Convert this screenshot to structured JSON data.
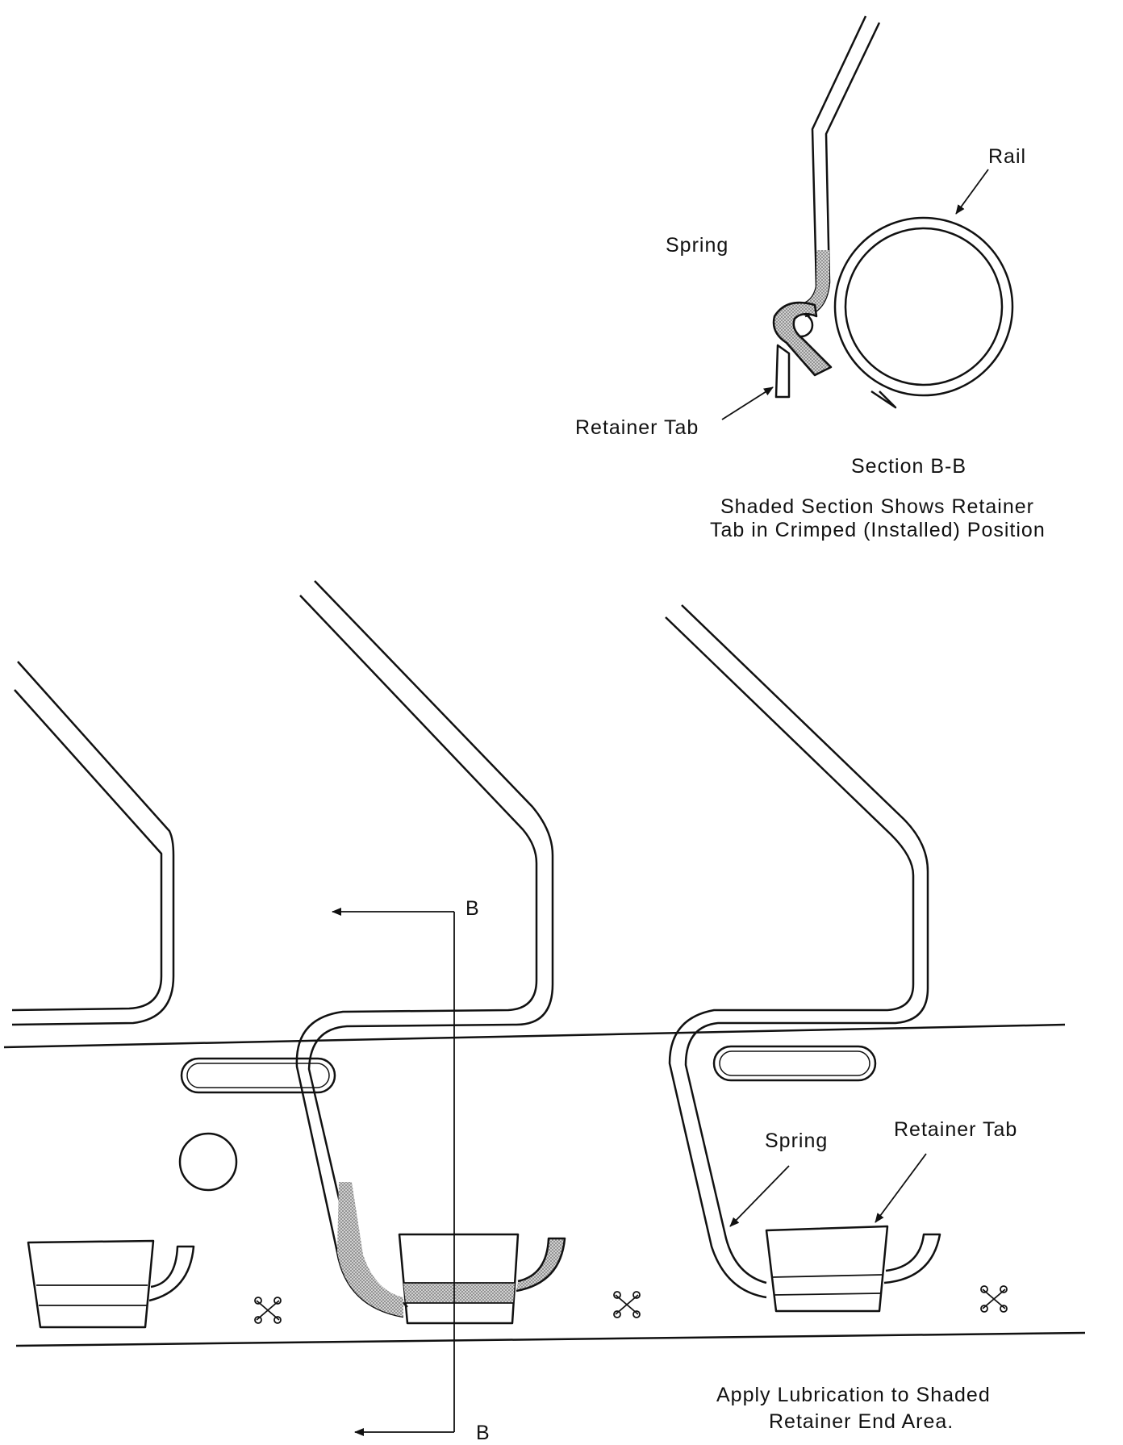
{
  "section_detail": {
    "rail_label": "Rail",
    "spring_label": "Spring",
    "retainer_tab_label": "Retainer Tab",
    "section_title": "Section B-B",
    "caption_line1": "Shaded Section Shows Retainer",
    "caption_line2": "Tab in Crimped (Installed) Position"
  },
  "assembly": {
    "section_marker_top": "B",
    "section_marker_bottom": "B",
    "spring_label": "Spring",
    "retainer_tab_label": "Retainer Tab",
    "note_line1": "Apply Lubrication to Shaded",
    "note_line2": "Retainer End Area."
  },
  "colors": {
    "line": "#111111",
    "shading": "#bdbdbd",
    "background": "#ffffff"
  }
}
